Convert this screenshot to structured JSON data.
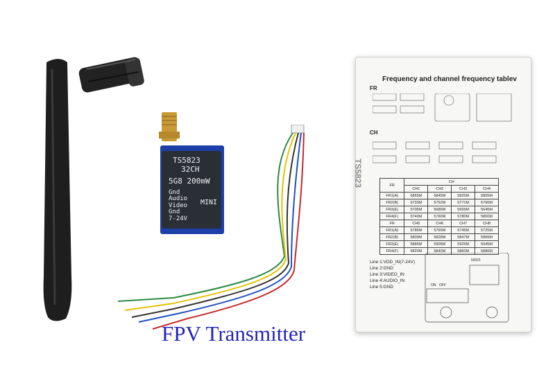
{
  "caption": "FPV Transmitter",
  "module": {
    "model": "TS5823",
    "channels": "32CH",
    "spec": "5G8 200mW",
    "pins": [
      "Gnd",
      "Audio",
      "Video",
      "Gnd",
      "7-24V"
    ],
    "badge": "MINI"
  },
  "box": {
    "title": "Frequency and channel frequency tablev",
    "fr_label": "FR",
    "ch_label": "CH",
    "side_label": "TS5823",
    "table": {
      "fr_col": "FR",
      "ch_col": "CH",
      "headers_a": [
        "CH1",
        "CH2",
        "CH3",
        "CH4"
      ],
      "rows_a": [
        [
          "FR1(A)",
          "5865M",
          "5845M",
          "5825M",
          "5805M"
        ],
        [
          "FR2(B)",
          "5733M",
          "5752M",
          "5771M",
          "5790M"
        ],
        [
          "FR3(E)",
          "5705M",
          "5685M",
          "5665M",
          "5645M"
        ],
        [
          "FR4(F)",
          "5740M",
          "5760M",
          "5780M",
          "5800M"
        ]
      ],
      "headers_b": [
        "CH5",
        "CH6",
        "CH7",
        "CH8"
      ],
      "rows_b": [
        [
          "FR1(A)",
          "5785M",
          "5765M",
          "5745M",
          "5725M"
        ],
        [
          "FR2(B)",
          "5809M",
          "5828M",
          "5847M",
          "5866M"
        ],
        [
          "FR3(E)",
          "5885M",
          "5905M",
          "5925M",
          "5945M"
        ],
        [
          "FR4(F)",
          "5820M",
          "5840M",
          "5860M",
          "5880M"
        ]
      ]
    },
    "lines": [
      "Line 1:VDD_IN(7-24V)",
      "Line 2:GND",
      "Line 3:VIDEO_IN",
      "Line 4:AUDIO_IN",
      "Line 5:GND"
    ],
    "switch_on": "ON",
    "switch_off": "OFF",
    "pin_numbers": "54321"
  },
  "colors": {
    "caption": "#2424b8",
    "module_board": "#1c3fa8",
    "antenna": "#1e1e1e",
    "gold": "#c79a34"
  }
}
